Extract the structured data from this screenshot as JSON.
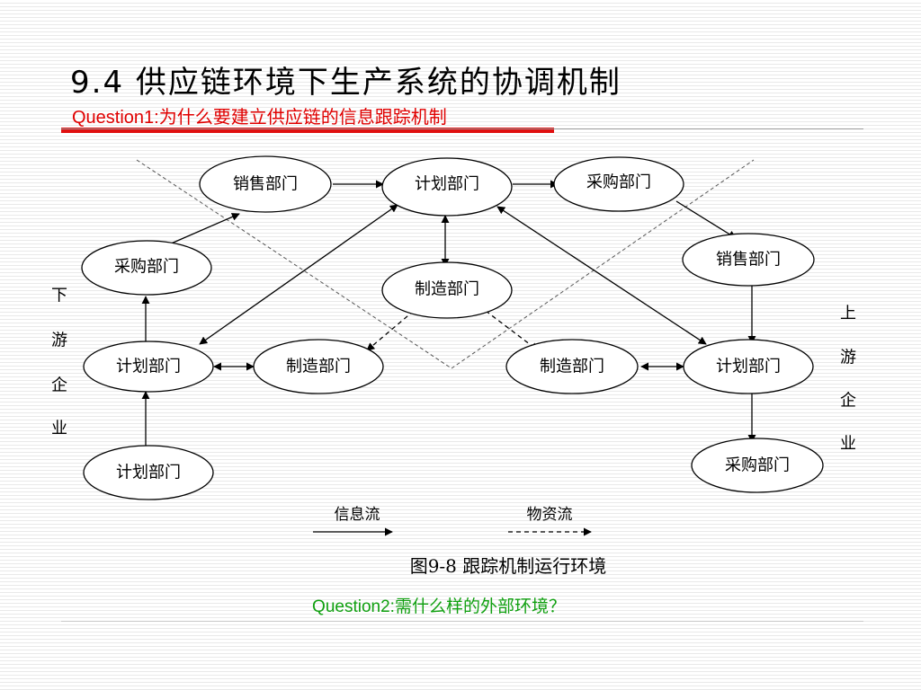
{
  "slide": {
    "title": "9.4 供应链环境下生产系统的协调机制",
    "question1": "Question1:为什么要建立供应链的信息跟踪机制",
    "caption": "图9-8 跟踪机制运行环境",
    "question2": "Question2:需什么样的外部环境？"
  },
  "diagram": {
    "nodes": {
      "sales_top": "销售部门",
      "plan_top": "计划部门",
      "purchase_top": "采购部门",
      "purchase_left": "采购部门",
      "manufacture_center": "制造部门",
      "sales_right": "销售部门",
      "plan_left": "计划部门",
      "manufacture_left": "制造部门",
      "manufacture_right": "制造部门",
      "plan_right": "计划部门",
      "plan_bottom_left": "计划部门",
      "purchase_bottom_right": "采购部门"
    },
    "side_labels": {
      "downstream": [
        "下",
        "游",
        "企",
        "业"
      ],
      "upstream": [
        "上",
        "游",
        "企",
        "业"
      ]
    },
    "legend": {
      "info_flow": "信息流",
      "material_flow": "物资流"
    }
  }
}
